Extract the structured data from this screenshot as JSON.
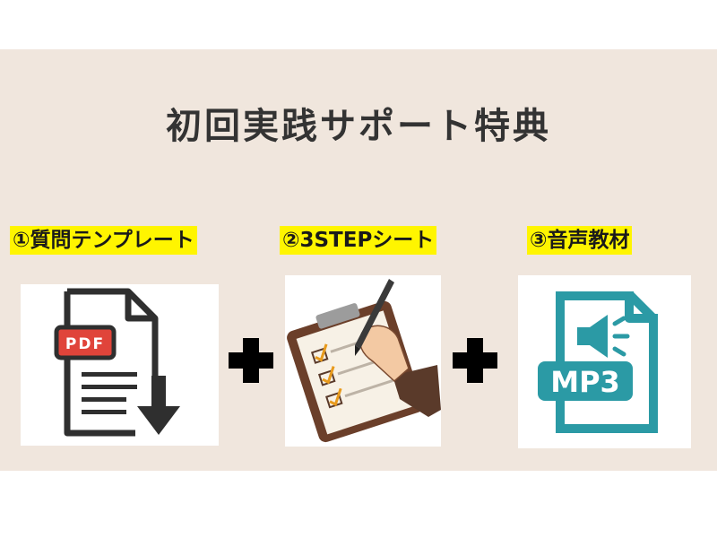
{
  "title": "初回実践サポート特典",
  "items": [
    {
      "label": "①質問テンプレート",
      "icon": "pdf-download-icon",
      "icon_text": "PDF"
    },
    {
      "label": "②3STEPシート",
      "icon": "clipboard-checklist-icon"
    },
    {
      "label": "③音声教材",
      "icon": "mp3-file-icon",
      "icon_text": "MP3"
    }
  ],
  "colors": {
    "banner_bg": "#f0e6dd",
    "label_highlight": "#fff500",
    "pdf_red": "#e0443a",
    "mp3_teal": "#2b9aa5"
  }
}
